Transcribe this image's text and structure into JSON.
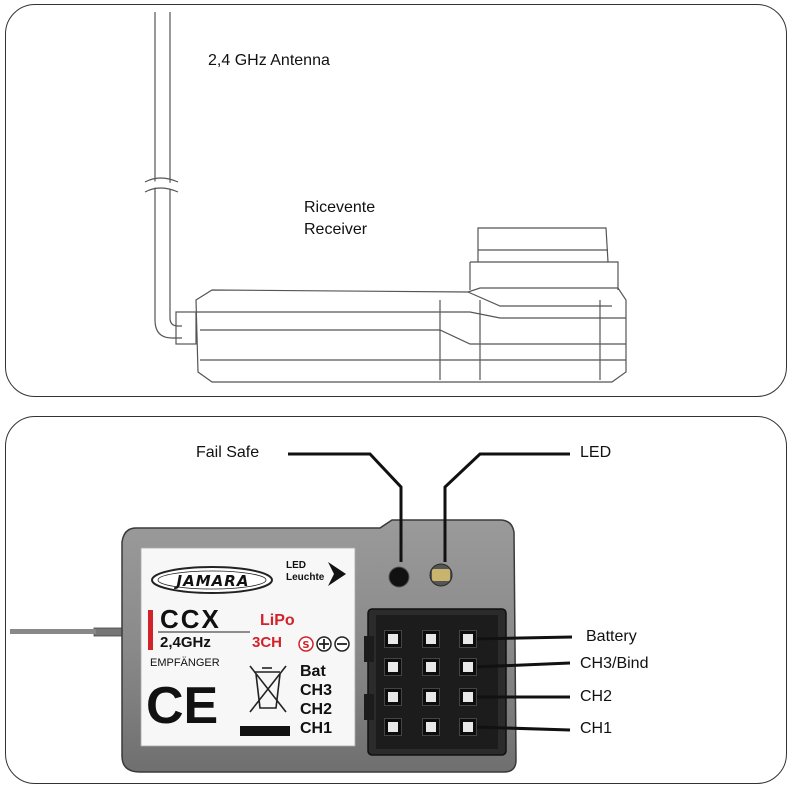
{
  "top_diagram": {
    "antenna_label": "2,4 GHz Antenna",
    "receiver_label_it": "Ricevente",
    "receiver_label_en": "Receiver"
  },
  "bottom_diagram": {
    "callouts": {
      "fail_safe": "Fail Safe",
      "led": "LED",
      "battery": "Battery",
      "ch3_bind": "CH3/Bind",
      "ch2": "CH2",
      "ch1": "CH1"
    },
    "sticker": {
      "brand": "JAMARA",
      "led_line1": "LED",
      "led_line2": "Leuchte",
      "model": "CCX",
      "battery_type": "LiPo",
      "frequency": "2,4GHz",
      "channels": "3CH",
      "receiver_word": "EMPFÄNGER",
      "ce_mark": "CE",
      "pin_labels": [
        "Bat",
        "CH3",
        "CH2",
        "CH1"
      ]
    },
    "colors": {
      "sticker_accent": "#d2232a",
      "case": "#8c8c8c"
    }
  }
}
